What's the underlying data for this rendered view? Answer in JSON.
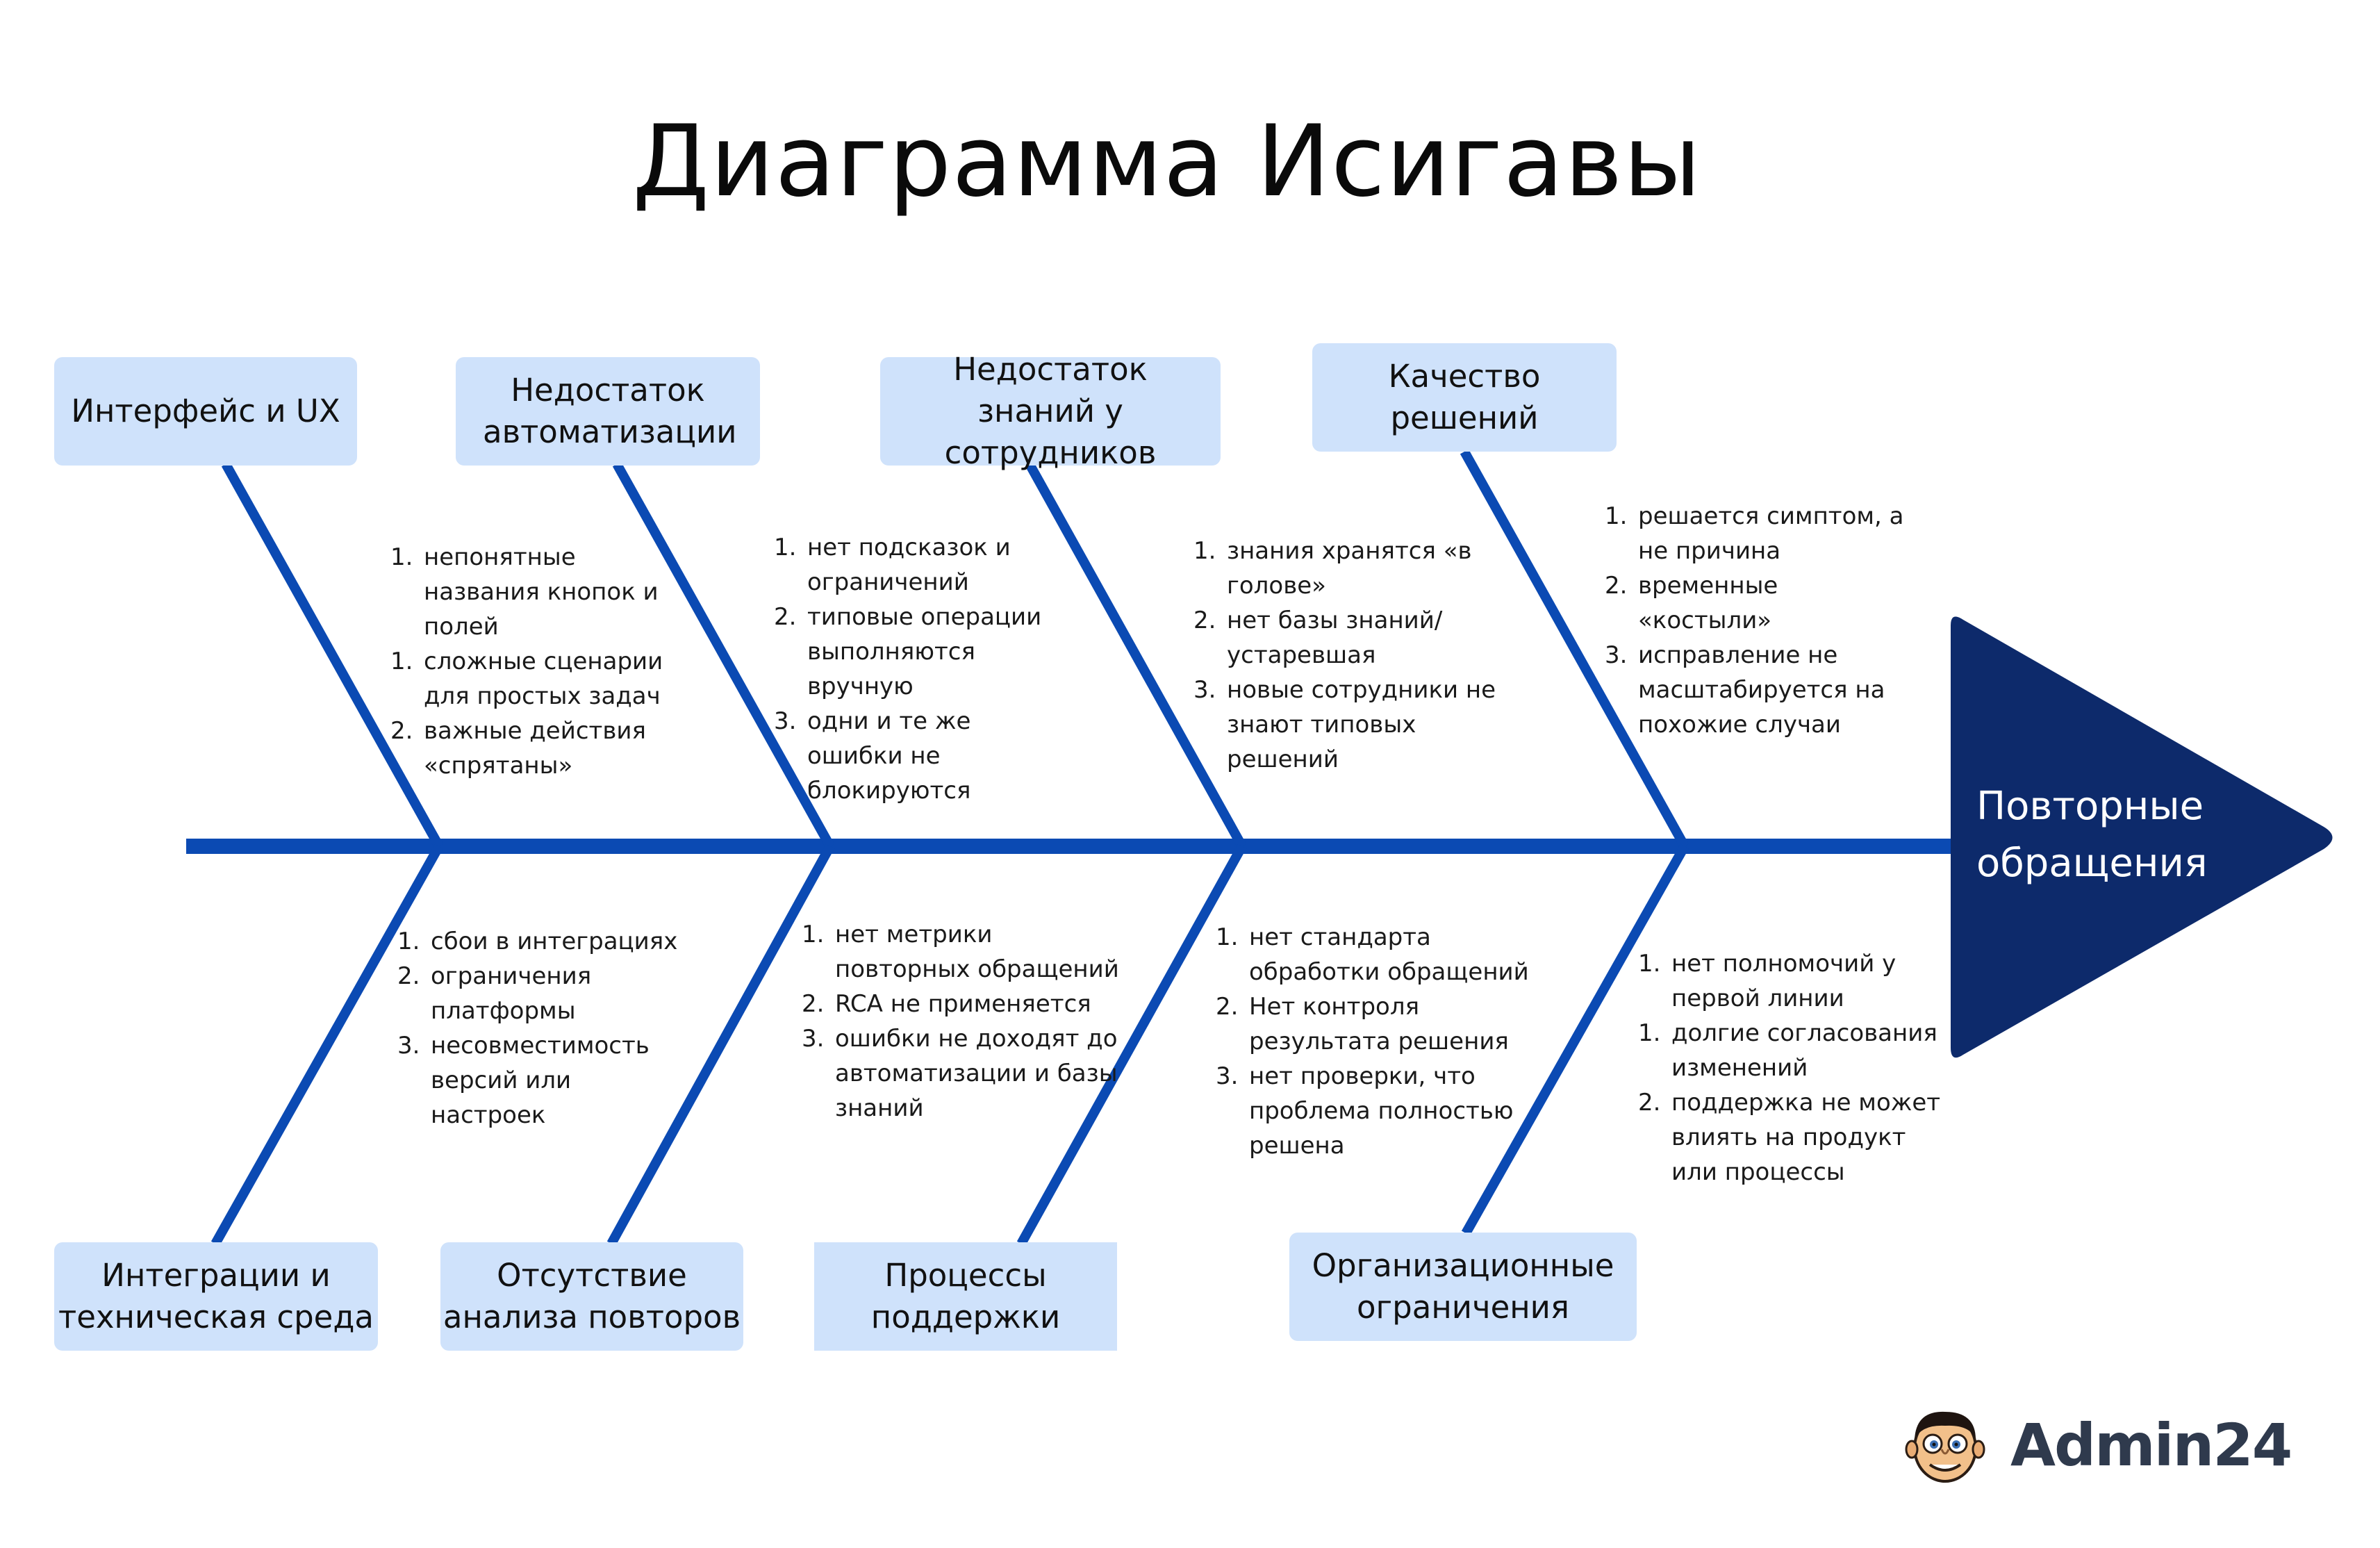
{
  "title": "Диаграмма Исигавы",
  "effect": "Повторные обращения",
  "categories": {
    "ui": "Интерфейс и UX",
    "automation": "Недостаток автоматизации",
    "knowledge": "Недостаток знаний у сотрудников",
    "quality": "Качество решений",
    "integration": "Интеграции и техническая среда",
    "analysis": "Отсутствие анализа повторов",
    "processes": "Процессы поддержки",
    "org": "Организационные ограничения"
  },
  "causes": {
    "ui": [
      {
        "n": "1.",
        "t": "непонятные названия кнопок и полей"
      },
      {
        "n": "1.",
        "t": "сложные сценарии для простых задач"
      },
      {
        "n": "2.",
        "t": "важные действия «спрятаны»"
      }
    ],
    "automation": [
      {
        "n": "1.",
        "t": "нет подсказок и ограничений"
      },
      {
        "n": "2.",
        "t": "типовые операции выполняются вручную"
      },
      {
        "n": "3.",
        "t": "одни и те же ошибки не блокируются"
      }
    ],
    "knowledge": [
      {
        "n": "1.",
        "t": "знания хранятся «в голове»"
      },
      {
        "n": "2.",
        "t": "нет базы знаний/ устаревшая"
      },
      {
        "n": "3.",
        "t": "новые сотрудники не знают типовых решений"
      }
    ],
    "quality": [
      {
        "n": "1.",
        "t": "решается симптом, а не причина"
      },
      {
        "n": "2.",
        "t": "временные «костыли»"
      },
      {
        "n": "3.",
        "t": "исправление не масштабируется на похожие случаи"
      }
    ],
    "integration": [
      {
        "n": "1.",
        "t": "сбои в интеграциях"
      },
      {
        "n": "2.",
        "t": "ограничения платформы"
      },
      {
        "n": "3.",
        "t": "несовместимость версий или настроек"
      }
    ],
    "analysis": [
      {
        "n": "1.",
        "t": "нет метрики повторных обращений"
      },
      {
        "n": "2.",
        "t": "RCA не применяется"
      },
      {
        "n": "3.",
        "t": "ошибки не доходят до автоматизации и базы знаний"
      }
    ],
    "processes": [
      {
        "n": "1.",
        "t": "нет стандарта обработки обращений"
      },
      {
        "n": "2.",
        "t": "Нет контроля результата решения"
      },
      {
        "n": "3.",
        "t": "нет проверки, что проблема полностью решена"
      }
    ],
    "org": [
      {
        "n": "1.",
        "t": "нет полномочий у первой линии"
      },
      {
        "n": "1.",
        "t": "долгие согласования изменений"
      },
      {
        "n": "2.",
        "t": "поддержка не может влиять на продукт или процессы"
      }
    ]
  },
  "brand": {
    "name": "Admin24",
    "icon": "mascot-face-icon"
  },
  "colors": {
    "bone": "#0b4ab3",
    "box": "#cfe2fb",
    "head": "#0d2a6b",
    "brand_text": "#2f3a4d"
  }
}
